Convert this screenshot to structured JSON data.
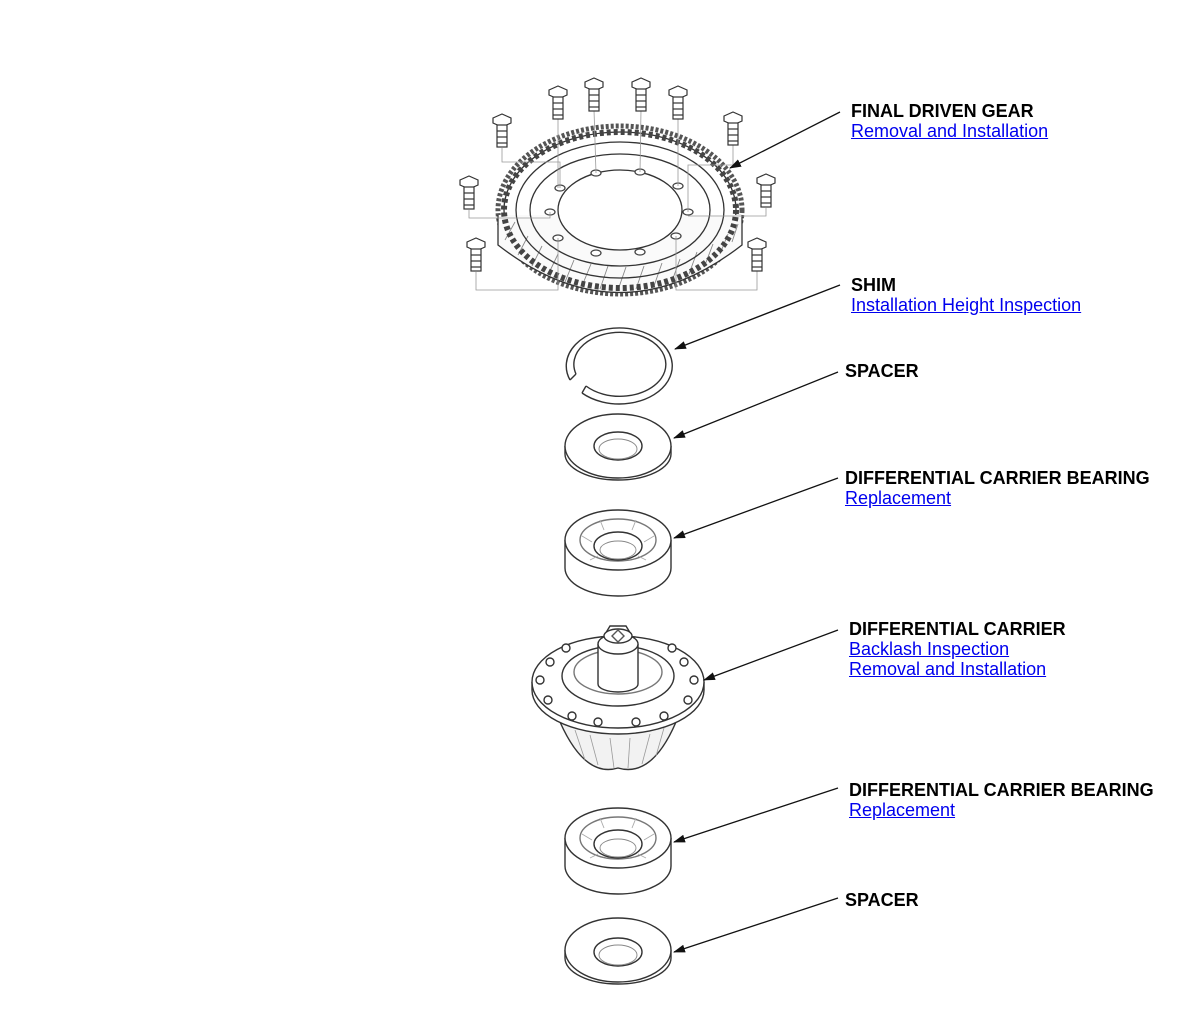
{
  "callouts": [
    {
      "title": "FINAL DRIVEN GEAR",
      "links": [
        "Removal and Installation"
      ]
    },
    {
      "title": "SHIM",
      "links": [
        "Installation Height Inspection"
      ]
    },
    {
      "title": "SPACER",
      "links": []
    },
    {
      "title": "DIFFERENTIAL CARRIER BEARING",
      "links": [
        "Replacement"
      ]
    },
    {
      "title": "DIFFERENTIAL CARRIER",
      "links": [
        "Backlash Inspection",
        "Removal and Installation"
      ]
    },
    {
      "title": "DIFFERENTIAL CARRIER BEARING",
      "links": [
        "Replacement"
      ]
    },
    {
      "title": "SPACER",
      "links": []
    }
  ],
  "colors": {
    "link": "#0000ee",
    "line": "#333333",
    "title": "#000000"
  }
}
